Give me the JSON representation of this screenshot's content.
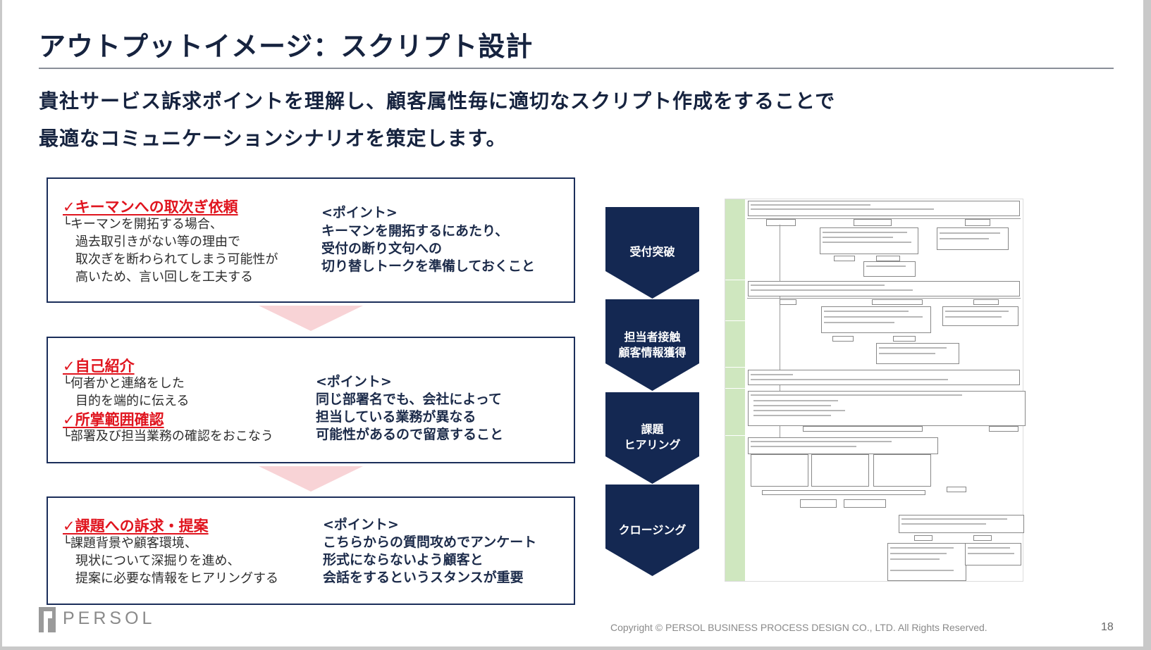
{
  "title": "アウトプットイメージ：スクリプト設計",
  "lead": {
    "line1": "貴社サービス訴求ポイントを理解し、顧客属性毎に適切なスクリプト作成をすることで",
    "line2": "最適なコミュニケーションシナリオを策定します。"
  },
  "blocks": [
    {
      "checks": [
        "✓キーマンへの取次ぎ依頼"
      ],
      "sub": [
        "└キーマンを開拓する場合、",
        "　過去取引きがない等の理由で",
        "　取次ぎを断わられてしまう可能性が",
        "　高いため、言い回しを工夫する"
      ],
      "point": [
        "<ポイント>",
        "キーマンを開拓するにあたり、",
        "受付の断り文句への",
        "切り替しトークを準備しておくこと"
      ]
    },
    {
      "checks": [
        "✓自己紹介",
        "✓所掌範囲確認"
      ],
      "sub": [
        "└何者かと連絡をした",
        "　目的を端的に伝える",
        "└部署及び担当業務の確認をおこなう"
      ],
      "point": [
        "<ポイント>",
        "同じ部署名でも、会社によって",
        "担当している業務が異なる",
        "可能性があるので留意すること"
      ]
    },
    {
      "checks": [
        "✓課題への訴求・提案"
      ],
      "sub": [
        "└課題背景や顧客環境、",
        "　現状について深掘りを進め、",
        "　提案に必要な情報をヒアリングする"
      ],
      "point": [
        "<ポイント>",
        "こちらからの質問攻めでアンケート",
        "形式にならないよう顧客と",
        "会話をするというスタンスが重要"
      ]
    }
  ],
  "steps": [
    {
      "line1": "受付突破",
      "line2": ""
    },
    {
      "line1": "担当者接触",
      "line2": "顧客情報獲得"
    },
    {
      "line1": "課題",
      "line2": "ヒアリング"
    },
    {
      "line1": "クロージング",
      "line2": ""
    }
  ],
  "footer": {
    "logo_text": "PERSOL",
    "copyright": "Copyright © PERSOL BUSINESS PROCESS DESIGN CO., LTD. All Rights Reserved.",
    "page_number": "18"
  },
  "colors": {
    "navy": "#142852",
    "accent_red": "#e0141e",
    "pink_chevron": "#f8d3d6",
    "flow_band": "#cfe7bf"
  }
}
